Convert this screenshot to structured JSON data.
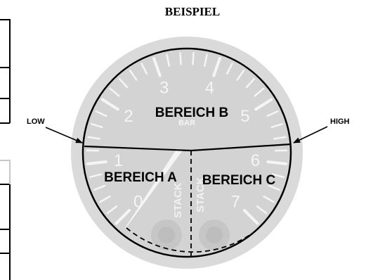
{
  "title": "BEISPIEL",
  "gauge": {
    "unit": "BAR",
    "scale_numbers": [
      "0",
      "1",
      "2",
      "3",
      "4",
      "5",
      "6",
      "7"
    ],
    "brand_text": "STACK",
    "colors": {
      "bezel": "#dadada",
      "face": "#d3d3d3",
      "markings": "#f5f5f5",
      "outline": "#000000"
    }
  },
  "zones": {
    "a": "BEREICH A",
    "b": "BEREICH B",
    "c": "BEREICH C"
  },
  "callouts": {
    "low": "LOW",
    "high": "HIGH"
  }
}
